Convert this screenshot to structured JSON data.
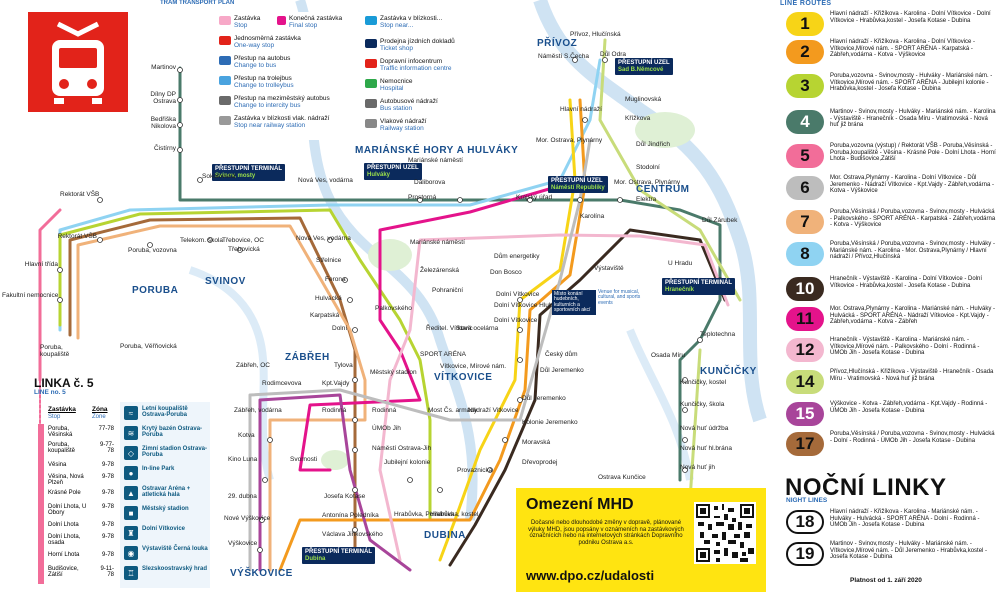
{
  "map": {
    "header_en": "TRAM TRANSPORT PLAN",
    "districts": [
      "PŘÍVOZ",
      "MARIÁNSKÉ HORY A HULVÁKY",
      "CENTRUM",
      "PORUBA",
      "SVINOV",
      "ZÁBŘEH",
      "VÍTKOVICE",
      "KUNČIČKY",
      "VÝŠKOVICE",
      "DUBINA"
    ],
    "terminals": [
      {
        "cz": "PŘESTUPNÍ UZEL",
        "name": "Sad B.Němcové"
      },
      {
        "cz": "PŘESTUPNÍ TERMINÁL",
        "name": "Svinov, mosty"
      },
      {
        "cz": "PŘESTUPNÍ UZEL",
        "name": "Hulváky"
      },
      {
        "cz": "PŘESTUPNÍ UZEL",
        "name": "Náměstí Republiky"
      },
      {
        "cz": "PŘESTUPNÍ TERMINÁL",
        "name": "Hranečník"
      },
      {
        "cz": "PŘESTUPNÍ TERMINÁL",
        "name": "Dubina"
      }
    ],
    "stops": [
      "Martinov",
      "Dílny DP Ostrava",
      "Bedřiška Nikolova",
      "Čistírny",
      "Sokolovská",
      "Rektorát VŠB",
      "Rektorát VŠB",
      "Hlavní třída",
      "Fakultní nemocnice",
      "Poruba, vozovna",
      "Telekom. škola",
      "Třebovice, OC",
      "Třebovická",
      "Poruba, koupaliště",
      "Poruba, Věřňovická",
      "Nová Ves, vodárna",
      "Nová Ves, vodárna",
      "Střelnice",
      "Ferona",
      "Hulvácká",
      "Karpatská",
      "Dolní",
      "Zábřeh, OC",
      "Rodimcevova",
      "Kpt.Vajdy",
      "Tylova",
      "Zábřeh, vodárna",
      "Kotva",
      "Kino Luna",
      "Svornosti",
      "Rodinná",
      "29. dubna",
      "Nové Výškovice",
      "Výškovice",
      "Josefa Kotase",
      "Antonína Poledníka",
      "Václava Jiřikovského",
      "Městský stadion",
      "Rodinná",
      "ÚMOb Jih",
      "Náměstí Ostrava-Jih",
      "Jubilejní kolonie",
      "Most Čs. armády",
      "Nádraží Vitkovice",
      "Hrabůvka, Poliklinika",
      "Hrabůvka, kostel",
      "SPORT ARÉNA",
      "Vítkovice, Mírové nám.",
      "Ředitel. Vítkovic",
      "Stará ocelárna",
      "Palkovského",
      "Železárenská",
      "Pohraniční",
      "Mariánské náměstí",
      "Daliborova",
      "Prostorná",
      "Mariánské náměstí",
      "Krajský úřad",
      "Dům energetiky",
      "Don Bosco",
      "Dolní Vítkovice",
      "Dolní Vítkovice Hlubina",
      "Dolní Vítkovice",
      "Český dům",
      "Důl Jeremenko",
      "Důl Jeremenko",
      "Kolonie Jeremenko",
      "Moravská",
      "Provaznická",
      "Dřevoprodej",
      "Karolína",
      "Výstaviště",
      "Stodolní",
      "Elektra",
      "Důl Jindřich",
      "Důl Zárubek",
      "Mor. Ostrava, Plynárny",
      "Mor. Ostrava, Plynárny",
      "Muglinovská",
      "Křížkova",
      "Náměstí S.Čecha",
      "Důl Odra",
      "Přívoz, Hlučínská",
      "Hlavní nádraží",
      "U Hradu",
      "Teplotechna",
      "Osada Míru",
      "Kunčičky, kostel",
      "Kunčičky, škola",
      "Nová huť údržba",
      "Nová huť hl.brána",
      "Nová huť jih",
      "Ostrava Kunčice"
    ]
  },
  "legend": {
    "items": [
      {
        "cz": "Zastávka",
        "en": "Stop"
      },
      {
        "cz": "Konečná zastávka",
        "en": "Final stop"
      },
      {
        "cz": "Jednosměrná zastávka",
        "en": "One-way stop"
      },
      {
        "cz": "Přestup na autobus",
        "en": "Change to bus"
      },
      {
        "cz": "Přestup na trolejbus",
        "en": "Change to trolleybus"
      },
      {
        "cz": "Přestup na meziměstský autobus",
        "en": "Change to intercity bus"
      },
      {
        "cz": "Zastávka v blízkosti vlak. nádraží",
        "en": "Stop near railway station"
      },
      {
        "cz": "Zastávka v blízkosti...",
        "en": "Stop near..."
      },
      {
        "cz": "Prodejna jízdních dokladů",
        "en": "Ticket shop"
      },
      {
        "cz": "Dopravní infocentrum",
        "en": "Traffic information centre"
      },
      {
        "cz": "Nemocnice",
        "en": "Hospital"
      },
      {
        "cz": "Autobusové nádraží",
        "en": "Bus station"
      },
      {
        "cz": "Vlakové nádraží",
        "en": "Railway station"
      }
    ]
  },
  "routes_header": "LINE ROUTES",
  "routes": [
    {
      "num": "1",
      "color": "#f7d417",
      "text": "Hlavní nádraží - Křižíkova - Karolina - Dolní Vítkovice - Dolní Vítkovice - Hrabůvka,kostel - Josefa Kotase - Dubina"
    },
    {
      "num": "2",
      "color": "#f39a1e",
      "text": "Hlavní nádraží - Křižíkova - Karolina - Dolní Vítkovice - Vítkovice,Mírové nám. - SPORT ARÉNA - Karpatská - Zábřeh,vodárna - Kotva - Výškovice"
    },
    {
      "num": "3",
      "color": "#b7d432",
      "text": "Poruba,vozovna - Svinov,mosty - Hulváky - Mariánské nám. - Vítkovice,Mírové nám. - SPORT ARÉNA - Jubilejní kolonie - Hrabůvka,kostel - Josefa Kotase - Dubina"
    },
    {
      "num": "4",
      "color": "#4a7a6a",
      "text": "Martinov - Svinov,mosty - Hulváky - Mariánské nám. - Karolina - Výstaviště - Hranečník - Osada Míru - Vratimovská - Nová huť již brána"
    },
    {
      "num": "5",
      "color": "#f26d99",
      "text": "Poruba,vozovna (výstup) / Rektorát VŠB - Poruba,Věsínská - Poruba,koupaliště - Věsina - Krásné Pole - Dolní Lhota - Horní Lhota - Budišovice,Zátiší"
    },
    {
      "num": "6",
      "color": "#bdbdbd",
      "text": "Mor. Ostrava,Plynárny - Karolina - Dolní Vítkovice - Důl Jeremenko - Nádraží Vítkovice - Kpt.Vajdy - Zábřeh,vodárna - Kotva - Výškovice"
    },
    {
      "num": "7",
      "color": "#f0b27a",
      "text": "Poruba,Věsínská / Poruba,vozovna - Svinov,mosty - Hulvácká - Palkovského - SPORT ARÉNA - Karpatská - Zábřeh,vodárna - Kotva - Výškovice"
    },
    {
      "num": "8",
      "color": "#8fd3f2",
      "text": "Poruba,Věsínská / Poruba,vozovna - Svinov,mosty - Hulváky - Mariánské nám. - Karolina - Mor. Ostrava,Plynárny / Hlavní nádraží / Přívoz,Hlučínská"
    },
    {
      "num": "10",
      "color": "#3a2a20",
      "text": "Hranečník - Výstaviště - Karolina - Dolní Vítkovice - Dolní Vítkovice - Hrabůvka,kostel - Josefa Kotase - Dubina"
    },
    {
      "num": "11",
      "color": "#e4138b",
      "text": "Mor. Ostrava,Plynárny - Karolina - Mariánské nám. - Hulváky - Hulvácká - SPORT ARÉNA - Nádraží Vítkovice - Kpt.Vajdy - Zábřeh,vodárna - Kotva - Zábřeh"
    },
    {
      "num": "12",
      "color": "#f3b7cf",
      "text": "Hranečník - Výstaviště - Karolina - Mariánské nám. - Vítkovice,Mírové nám. - Palkovského - Dolní - Rodinná - ÚMOb Jih - Josefa Kotase - Dubina"
    },
    {
      "num": "14",
      "color": "#c8dc7a",
      "text": "Přívoz,Hlučínská - Křižíkova - Výstaviště - Hranečník - Osada Míru - Vratimovská - Nová huť již brána"
    },
    {
      "num": "15",
      "color": "#a8459a",
      "text": "Výškovice - Kotva - Zábřeh,vodárna - Kpt.Vajdy - Rodinná - ÚMOb Jih - Josefa Kotase - Dubina"
    },
    {
      "num": "17",
      "color": "#a56a3a",
      "text": "Poruba,Věsínská / Poruba,vozovna - Svinov,mosty - Hulvácká - Dolní - Rodinná - ÚMOb Jih - Josefa Kotase - Dubina"
    }
  ],
  "night": {
    "title": "NOČNÍ LINKY",
    "subtitle": "NIGHT LINES",
    "lines": [
      {
        "num": "18",
        "text": "Hlavní nádraží - Křižíkova - Karolina - Mariánské nám. - Hulváky - Hulvácká - SPORT ARÉNA - Dolní - Rodinná - ÚMOb Jih - Josefa Kotase - Dubina"
      },
      {
        "num": "19",
        "text": "Martinov - Svinov,mosty - Hulváky - Mariánské nám. - Vítkovice,Mírové nám. - Důl Jeremenko - Hrabůvka,kostel - Josefa Kotase - Dubina"
      }
    ],
    "validity": "Platnost od 1. září 2020"
  },
  "linka5": {
    "title": "LINKA č. 5",
    "subtitle": "LINE no. 5",
    "col_stop": "Zastávka",
    "col_stop_en": "Stop",
    "col_zone": "Zóna",
    "col_zone_en": "Zone",
    "rows": [
      {
        "name": "Poruba, Věsinská",
        "zone": "77-78"
      },
      {
        "name": "Poruba, koupaliště",
        "zone": "9-77-78"
      },
      {
        "name": "Věsina",
        "zone": "9-78"
      },
      {
        "name": "Věsina, Nová Plzeň",
        "zone": "9-78"
      },
      {
        "name": "Krásné Pole",
        "zone": "9-78"
      },
      {
        "name": "Dolní Lhota, U Obory",
        "zone": "9-78"
      },
      {
        "name": "Dolní Lhota",
        "zone": "9-78"
      },
      {
        "name": "Dolní Lhota, osada",
        "zone": "9-78"
      },
      {
        "name": "Horní Lhota",
        "zone": "9-78"
      },
      {
        "name": "Budišovice, Zátiší",
        "zone": "9-11-78"
      }
    ]
  },
  "amenities": [
    "Letní koupaliště Ostrava-Poruba",
    "Krytý bazén Ostrava-Poruba",
    "Zimní stadion Ostrava-Poruba",
    "In-line Park",
    "Ostravar Aréna + atletická hala",
    "Městský stadion",
    "Dolní Vítkovice",
    "Výstaviště Černá louka",
    "Slezskoostravský hrad"
  ],
  "omezeni": {
    "title": "Omezení MHD",
    "text": "Dočasné nebo dlouhodobé změny v dopravě, plánované výluky MHD, jsou popsány v oznámeních na zastávkových označnících nebo na internetových stránkách Dopravního podniku Ostrava a.s.",
    "url": "www.dpo.cz/udalosti"
  },
  "venue_note": "Místo konání hudebních, kulturních a sportovních akcí",
  "venue_note_en": "Venue for musical, cultural, and sports events"
}
